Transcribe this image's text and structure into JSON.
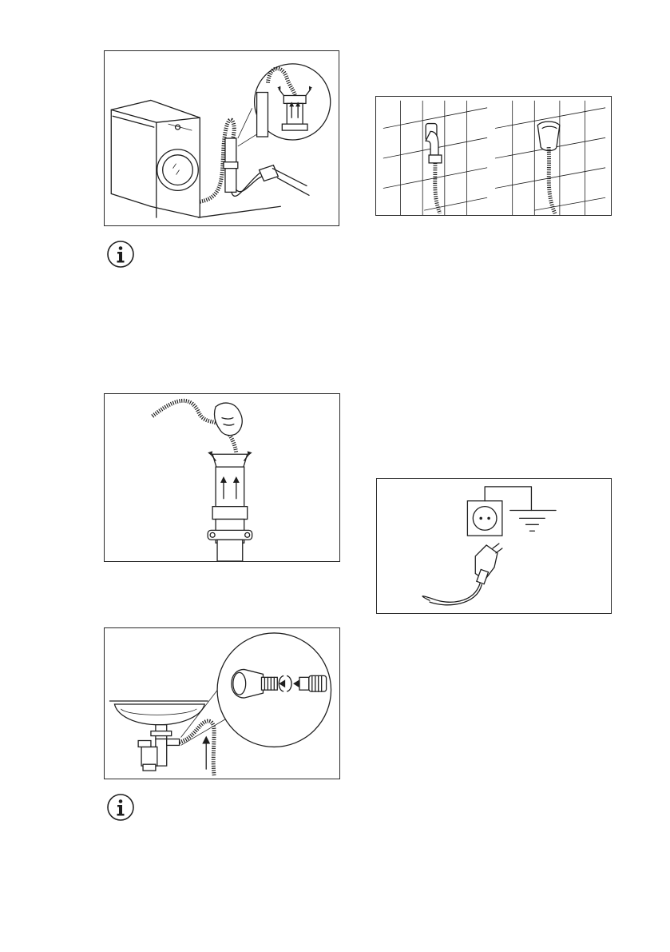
{
  "page": {
    "background": "#ffffff",
    "line_color": "#1e1e1e"
  },
  "figures": [
    {
      "id": "hose-over-standpipe",
      "icon": "washing-machine-drain-hose-illustration"
    },
    {
      "id": "hose-holder-on-wall",
      "icon": "wall-hose-holder-illustration"
    },
    {
      "id": "hose-in-drain-pipe",
      "icon": "drain-pipe-insertion-illustration"
    },
    {
      "id": "earthed-socket-and-plug",
      "icon": "earthed-socket-plug-illustration"
    },
    {
      "id": "sink-siphon-connection",
      "icon": "sink-siphon-connection-illustration"
    }
  ],
  "notes": [
    {
      "icon": "info-icon"
    },
    {
      "icon": "info-icon"
    }
  ]
}
